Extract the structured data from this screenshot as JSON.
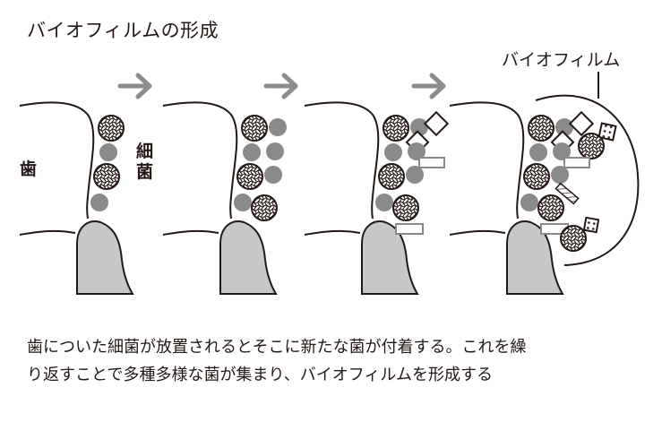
{
  "title": "バイオフィルムの形成",
  "labels": {
    "tooth": "歯",
    "bacteria": "細菌",
    "biofilm": "バイオフィルム"
  },
  "caption": {
    "line1": "歯についた細菌が放置されるとそこに新たな菌が付着する。これを繰",
    "line2": "り返すことで多種多様な菌が集まり、バイオフィルムを形成する"
  },
  "stages": 4,
  "colors": {
    "gum": "#c8c8c8",
    "grey_cell": "#8a8a8a",
    "outline": "#231815",
    "arrow": "#8c8c8c"
  }
}
